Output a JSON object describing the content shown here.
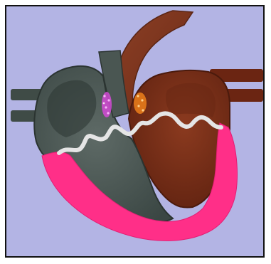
{
  "scene": {
    "subject": "heart",
    "colors": {
      "background": "#b3b4e4",
      "frame_border": "#111111",
      "right_heart": "#4f5b57",
      "right_heart_dark": "#35413e",
      "left_heart": "#7a2f18",
      "aorta": "#7b3521",
      "wall_tissue": "#ff2f88",
      "valve_lines": "#e5e5e5",
      "sa_node": "#d44ad6",
      "av_node": "#e67a1a",
      "vessels": "#3f4b46"
    },
    "markers": [
      {
        "name": "sa-node",
        "color": "#d44ad6"
      },
      {
        "name": "av-node",
        "color": "#e67a1a"
      }
    ]
  }
}
